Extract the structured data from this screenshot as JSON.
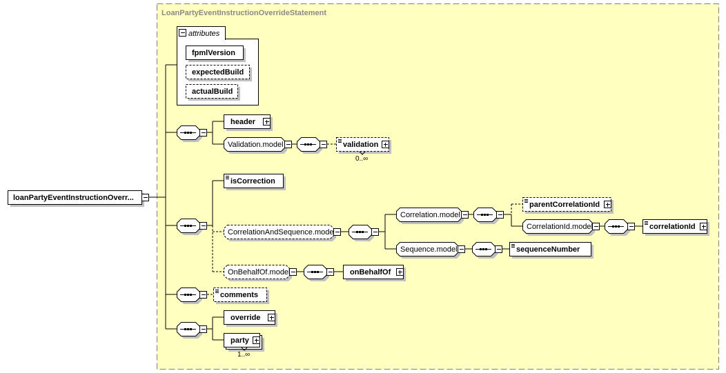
{
  "diagram": {
    "root": {
      "label": "loanPartyEventInstructionOverr...",
      "expanded": true
    },
    "type_name": "LoanPartyEventInstructionOverrideStatement",
    "colors": {
      "background": "#ffffc0",
      "border": "#808080",
      "shadow": "#c0c0c0",
      "line": "#000000"
    },
    "attributes": {
      "label": "attributes",
      "items": [
        {
          "label": "fpmlVersion",
          "optional": false
        },
        {
          "label": "expectedBuild",
          "optional": true
        },
        {
          "label": "actualBuild",
          "optional": true
        }
      ]
    },
    "nodes": {
      "header": {
        "label": "header",
        "expandable": true
      },
      "validation_model": {
        "label": "Validation.model"
      },
      "validation": {
        "label": "validation",
        "occurs": "0..∞",
        "optional": true
      },
      "is_correction": {
        "label": "isCorrection"
      },
      "correlation_and_sequence_model": {
        "label": "CorrelationAndSequence.model",
        "optional": true
      },
      "correlation_model": {
        "label": "Correlation.model"
      },
      "parent_correlation_id": {
        "label": "parentCorrelationId",
        "optional": true
      },
      "correlation_id_model": {
        "label": "CorrelationId.model"
      },
      "correlation_id": {
        "label": "correlationId"
      },
      "sequence_model": {
        "label": "Sequence.model"
      },
      "sequence_number": {
        "label": "sequenceNumber"
      },
      "on_behalf_of_model": {
        "label": "OnBehalfOf.model",
        "optional": true
      },
      "on_behalf_of": {
        "label": "onBehalfOf"
      },
      "comments": {
        "label": "comments",
        "optional": true
      },
      "override": {
        "label": "override"
      },
      "party": {
        "label": "party",
        "occurs": "1..∞"
      }
    }
  }
}
